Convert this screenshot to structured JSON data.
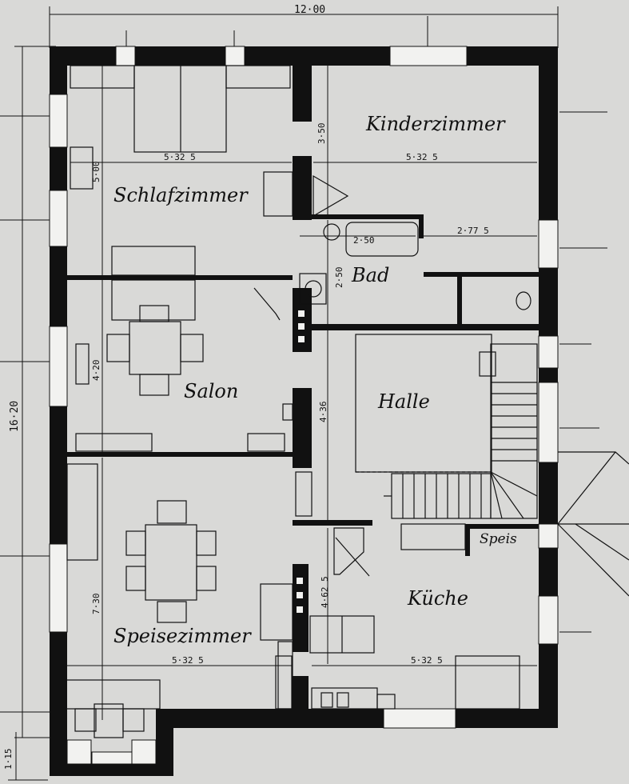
{
  "rooms": {
    "kinderzimmer": "Kinderzimmer",
    "schlafzimmer": "Schlafzimmer",
    "bad": "Bad",
    "salon": "Salon",
    "halle": "Halle",
    "speisezimmer": "Speisezimmer",
    "kueche": "Küche",
    "speis": "Speis"
  },
  "dimensions": {
    "overall_width": "12·00",
    "overall_depth": "16·20",
    "schlafzimmer_width": "5·32 5",
    "schlafzimmer_depth": "5·00",
    "kinderzimmer_width": "5·32 5",
    "kinderzimmer_depth": "3·50",
    "bad_width": "2·50",
    "bad_depth": "2·50",
    "corridor_width": "2·77 5",
    "salon_depth": "4·20",
    "halle_depth": "4·36",
    "speisezimmer_depth": "7·30",
    "speisezimmer_width": "5·32 5",
    "kueche_width": "5·32 5",
    "kueche_depth": "4·62 5",
    "bay_depth": "1·15"
  }
}
